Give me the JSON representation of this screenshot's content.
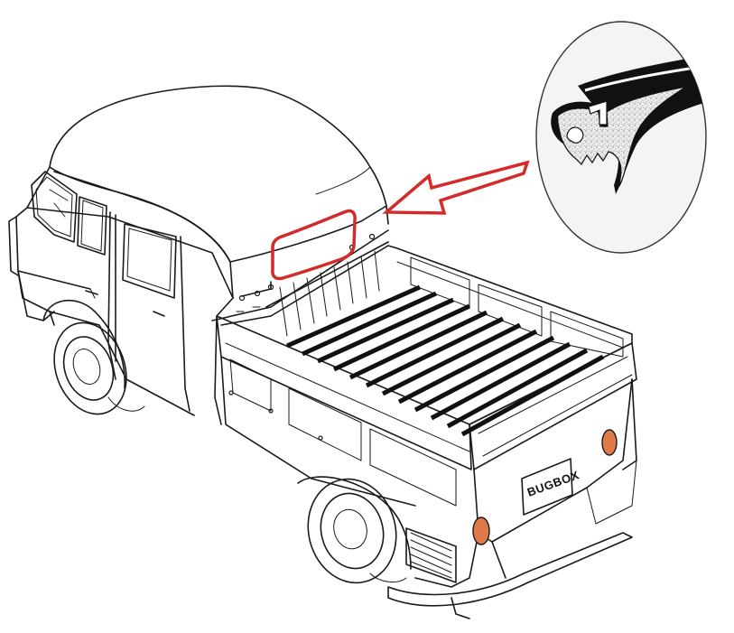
{
  "plate": {
    "text": "BUGBOX"
  },
  "colors": {
    "highlight": "#d42a2a",
    "line": "#1a1a1a",
    "taillight": "#e07a4a",
    "inset_bg": "#f4f4f4",
    "seal": "#111111",
    "seal_fill": "#e8e8e8"
  },
  "icons": {
    "arrow": "callout-arrow",
    "inset": "seal-profile-magnifier"
  }
}
